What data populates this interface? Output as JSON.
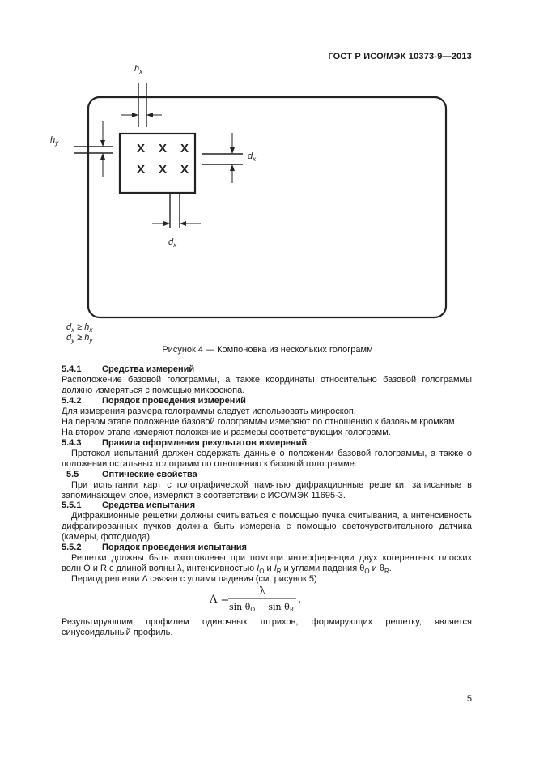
{
  "header": {
    "standard": "ГОСТ Р ИСО/МЭК 10373-9—2013"
  },
  "figure": {
    "labels": {
      "hx": "h",
      "hx_sub": "x",
      "hy": "h",
      "hy_sub": "y",
      "dx_right": "d",
      "dx_right_sub": "x",
      "dx_bottom": "d",
      "dx_bottom_sub": "x"
    },
    "marks": [
      "X",
      "X",
      "X",
      "X",
      "X",
      "X"
    ],
    "conditions": [
      {
        "var": "d",
        "var_sub": "x",
        "op": " ≥ ",
        "rhs": "h",
        "rhs_sub": "x"
      },
      {
        "var": "d",
        "var_sub": "y",
        "op": " ≥ ",
        "rhs": "h",
        "rhs_sub": "y"
      }
    ],
    "caption": "Рисунок 4 — Компоновка из нескольких голограмм"
  },
  "sections": {
    "s541": {
      "num": "5.4.1",
      "title": "Средства измерений",
      "text": "Расположение базовой голограммы, а также координаты относительно базовой голограммы должно измеряться с помощью микроскопа."
    },
    "s542": {
      "num": "5.4.2",
      "title": "Порядок проведения измерений",
      "p1": "Для измерения размера голограммы следует использовать микроскоп.",
      "p2": "На первом этапе положение базовой голограммы измеряют по отношению к базовым кромкам.",
      "p3": "На втором этапе измеряют положение и размеры соответствующих голограмм."
    },
    "s543": {
      "num": "5.4.3",
      "title": "Правила оформления результатов измерений",
      "text": "Протокол испытаний должен содержать данные о положении базовой голограммы, а также о положении остальных голограмм по отношению к базовой голограмме."
    },
    "s55": {
      "num": "5.5",
      "title": "Оптические свойства",
      "text": "При испытании карт с голографической памятью дифракционные решетки, записанные в запоминающем слое, измеряют в соответствии с ИСО/МЭК 11695-3."
    },
    "s551": {
      "num": "5.5.1",
      "title": "Средства испытания",
      "text": "Дифракционные решетки должны считываться с помощью пучка считывания, а интенсивность дифрагированных пучков должна быть измерена с помощью светочувствительного датчика (камеры, фотодиода)."
    },
    "s552": {
      "num": "5.5.2",
      "title": "Порядок проведения испытания",
      "p1a": "Решетки должны быть изготовлены при помощи интерференции двух когерентных плоских волн O и R с длиной волны λ, интенсивностью ",
      "I": "I",
      "sub_O": "O",
      "and": " и ",
      "sub_R": "R",
      "p1b": " и углами падения θ",
      "p1c": " и θ",
      "p1d": ".",
      "p2": "Период решетки Λ связан с углами падения (см. рисунок 5)",
      "p3": "Результирующим профилем одиночных штрихов, формирующих решетку, является синусоидальный профиль."
    }
  },
  "formula": {
    "lhs": "Λ =",
    "numerator": "λ",
    "den_a": "sin θ",
    "den_a_sub": "O",
    "den_minus": " − ",
    "den_b": "sin θ",
    "den_b_sub": "R",
    "end": "."
  },
  "page_number": "5"
}
